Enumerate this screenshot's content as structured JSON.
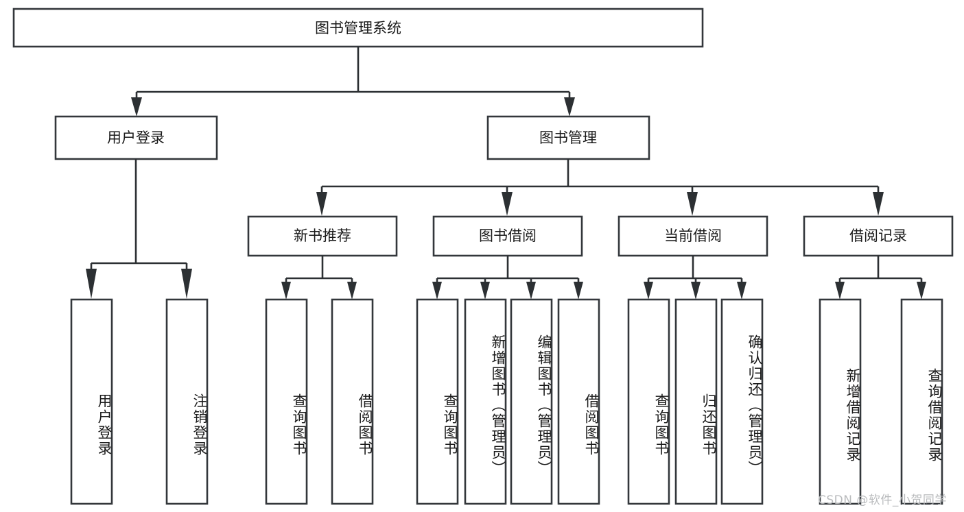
{
  "diagram": {
    "type": "tree-hierarchy",
    "title": "图书管理系统",
    "levels": [
      {
        "level": 1,
        "nodes": [
          {
            "id": "root",
            "label": "图书管理系统",
            "orientation": "horizontal"
          }
        ]
      },
      {
        "level": 2,
        "nodes": [
          {
            "id": "user-login",
            "label": "用户登录",
            "orientation": "horizontal",
            "parent": "root"
          },
          {
            "id": "book-manage",
            "label": "图书管理",
            "orientation": "horizontal",
            "parent": "root"
          }
        ]
      },
      {
        "level": 3,
        "nodes": [
          {
            "id": "new-book-recommend",
            "label": "新书推荐",
            "orientation": "horizontal",
            "parent": "book-manage"
          },
          {
            "id": "book-borrow",
            "label": "图书借阅",
            "orientation": "horizontal",
            "parent": "book-manage"
          },
          {
            "id": "current-borrow",
            "label": "当前借阅",
            "orientation": "horizontal",
            "parent": "book-manage"
          },
          {
            "id": "borrow-record",
            "label": "借阅记录",
            "orientation": "horizontal",
            "parent": "book-manage"
          }
        ]
      },
      {
        "level": 4,
        "nodes": [
          {
            "id": "leaf-user-login",
            "label": "用户登录",
            "orientation": "vertical",
            "parent": "user-login"
          },
          {
            "id": "leaf-logout",
            "label": "注销登录",
            "orientation": "vertical",
            "parent": "user-login"
          },
          {
            "id": "leaf-query-book-1",
            "label": "查询图书",
            "orientation": "vertical",
            "parent": "new-book-recommend"
          },
          {
            "id": "leaf-borrow-book-1",
            "label": "借阅图书",
            "orientation": "vertical",
            "parent": "new-book-recommend"
          },
          {
            "id": "leaf-query-book-2",
            "label": "查询图书",
            "orientation": "vertical",
            "parent": "book-borrow"
          },
          {
            "id": "leaf-add-book",
            "label": "新增图书（管理员）",
            "orientation": "vertical",
            "parent": "book-borrow"
          },
          {
            "id": "leaf-edit-book",
            "label": "编辑图书（管理员）",
            "orientation": "vertical",
            "parent": "book-borrow"
          },
          {
            "id": "leaf-borrow-book-2",
            "label": "借阅图书",
            "orientation": "vertical",
            "parent": "book-borrow"
          },
          {
            "id": "leaf-query-book-3",
            "label": "查询图书",
            "orientation": "vertical",
            "parent": "current-borrow"
          },
          {
            "id": "leaf-return-book",
            "label": "归还图书",
            "orientation": "vertical",
            "parent": "current-borrow"
          },
          {
            "id": "leaf-confirm-return",
            "label": "确认归还（管理员）",
            "orientation": "vertical",
            "parent": "current-borrow"
          },
          {
            "id": "leaf-add-record",
            "label": "新增借阅记录",
            "orientation": "vertical",
            "parent": "borrow-record"
          },
          {
            "id": "leaf-query-record",
            "label": "查询借阅记录",
            "orientation": "vertical",
            "parent": "borrow-record"
          }
        ]
      }
    ],
    "colors": {
      "box_fill": "#ffffff",
      "box_stroke": "#33373b",
      "connector": "#2c3033",
      "text": "#1a1a1a",
      "background": "#ffffff",
      "watermark": "#b9bbbd"
    }
  },
  "watermark": {
    "text": "CSDN @软件_小贺同学"
  }
}
